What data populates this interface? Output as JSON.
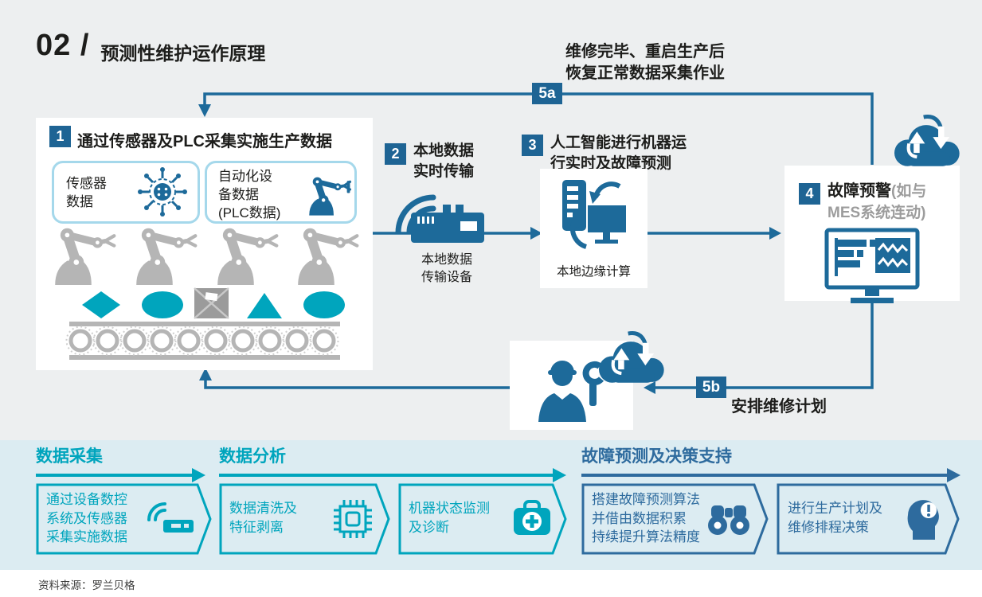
{
  "page": {
    "title_no": "02 /",
    "title": "预测性维护运作原理",
    "source": "资料来源：罗兰贝格"
  },
  "colors": {
    "dark_blue": "#1d6a9a",
    "badge_blue": "#1e6494",
    "teal": "#00a5bd",
    "steel_blue": "#2e6b9e",
    "machine_gray": "#b5b5b5",
    "note_gray": "#9c9c9c",
    "band_bg": "#dcecf2",
    "page_bg": "#edeff0"
  },
  "loops": {
    "a": {
      "badge": "5a",
      "label": "维修完毕、重启生产后\n恢复正常数据采集作业"
    },
    "b": {
      "badge": "5b",
      "label": "安排维修计划"
    }
  },
  "steps": {
    "s1": {
      "badge": "1",
      "title": "通过传感器及PLC采集实施生产数据",
      "cards": [
        {
          "label": "传感器\n数据",
          "icon": "sensor-network-icon"
        },
        {
          "label": "自动化设\n备数据\n(PLC数据)",
          "icon": "robot-arm-icon"
        }
      ]
    },
    "s2": {
      "badge": "2",
      "title": "本地数据\n实时传输",
      "caption": "本地数据\n传输设备"
    },
    "s3": {
      "badge": "3",
      "title": "人工智能进行机器运\n行实时及故障预测",
      "caption": "本地边缘计算"
    },
    "s4": {
      "badge": "4",
      "title_main": "故障预警",
      "title_note": "(如与\nMES系统连动)"
    }
  },
  "pipeline": {
    "groups": [
      {
        "header": "数据采集"
      },
      {
        "header": "数据分析"
      },
      {
        "header": "故障预测及决策支持"
      }
    ],
    "stages": [
      {
        "label": "通过设备数控\n系统及传感器\n采集实施数据",
        "icon": "wireless-sensor-icon"
      },
      {
        "label": "数据清洗及\n特征剥离",
        "icon": "cpu-chip-icon"
      },
      {
        "label": "机器状态监测\n及诊断",
        "icon": "first-aid-kit-icon"
      },
      {
        "label": "搭建故障预测算法\n并借由数据积累\n持续提升算法精度",
        "icon": "binoculars-icon"
      },
      {
        "label": "进行生产计划及\n维修排程决策",
        "icon": "decision-head-icon"
      }
    ]
  }
}
